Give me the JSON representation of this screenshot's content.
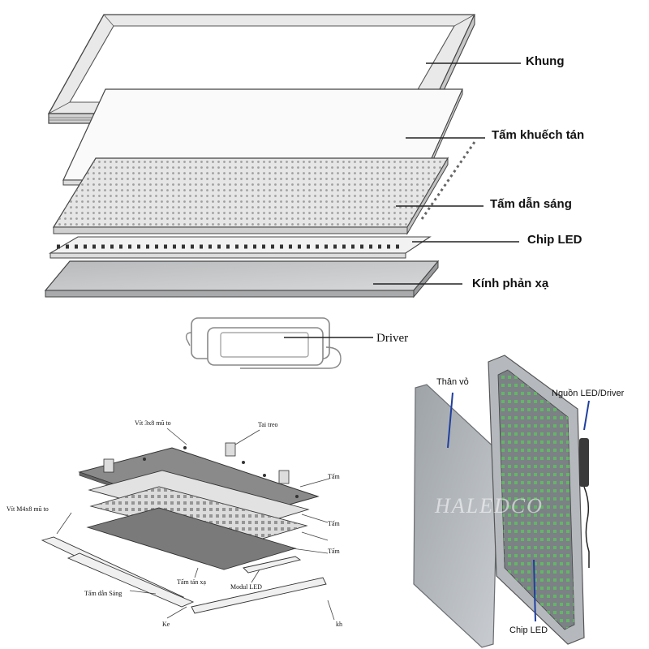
{
  "top_diagram": {
    "labels": {
      "khung": "Khung",
      "tam_khuech_tan": "Tấm khuếch tán",
      "tam_dan_sang": "Tấm dẫn sáng",
      "chip_led": "Chip LED",
      "kinh_phan_xa": "Kính phản xạ",
      "driver": "Driver"
    }
  },
  "bottom_left_diagram": {
    "labels": {
      "vit_3x8": "Vít 3x8 mũ to",
      "tai_treo": "Tai treo",
      "tam_1": "Tấm",
      "tam_2": "Tấm",
      "tam_3": "Tấm",
      "vit_m4x8": "Vít M4x8 mũ to",
      "tam_tan_xa": "Tấm tán xạ",
      "modul_led": "Modul LED",
      "tam_dan_sang": "Tấm dẫn Sáng",
      "ke": "Ke",
      "kh": "kh"
    }
  },
  "bottom_right_photo": {
    "labels": {
      "than_vo": "Thân vỏ",
      "nguon_led": "Nguồn LED/Driver",
      "chip_led": "Chip LED"
    },
    "watermark": "HALEDCO"
  },
  "colors": {
    "line": "#333333",
    "frame": "#e4e4e4",
    "blue_leader": "#1f3fa0",
    "led_green": "#4caf50"
  }
}
